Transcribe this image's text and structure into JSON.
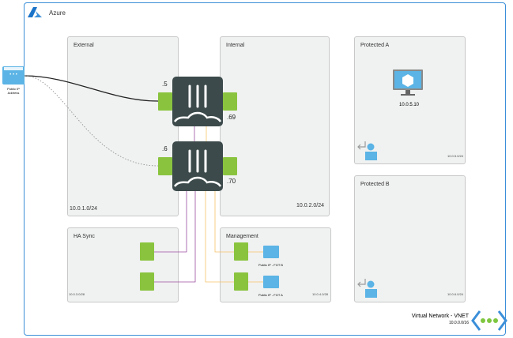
{
  "title": "Azure",
  "public_ip": {
    "label": "Public IP Address"
  },
  "subnets": {
    "external": {
      "label": "External",
      "cidr": "10.0.1.0/24"
    },
    "internal": {
      "label": "Internal",
      "cidr": "10.0.2.0/24"
    },
    "ha_sync": {
      "label": "HA Sync",
      "cidr": "10.0.3.0/28"
    },
    "management": {
      "label": "Management",
      "cidr": "10.0.4.0/28"
    },
    "protected_a": {
      "label": "Protected A",
      "cidr": "10.0.5.0/24",
      "vm_ip": "10.0.5.10"
    },
    "protected_b": {
      "label": "Protected B",
      "cidr": "10.0.6.0/24"
    }
  },
  "firewalls": [
    {
      "ext_ip": ".5",
      "int_ip": ".69"
    },
    {
      "ext_ip": ".6",
      "int_ip": ".70"
    }
  ],
  "mgmt_public_ips": [
    "Public IP - FGT B",
    "Public IP - FGT A"
  ],
  "vnet": {
    "label": "Virtual Network - VNET",
    "cidr": "10.0.0.0/16"
  },
  "colors": {
    "azure": "#3b8fd9",
    "ha": "#9b4fa0",
    "mgmt": "#f5c469",
    "nic": "#8ac43f",
    "firewall": "#3c4a4b"
  }
}
